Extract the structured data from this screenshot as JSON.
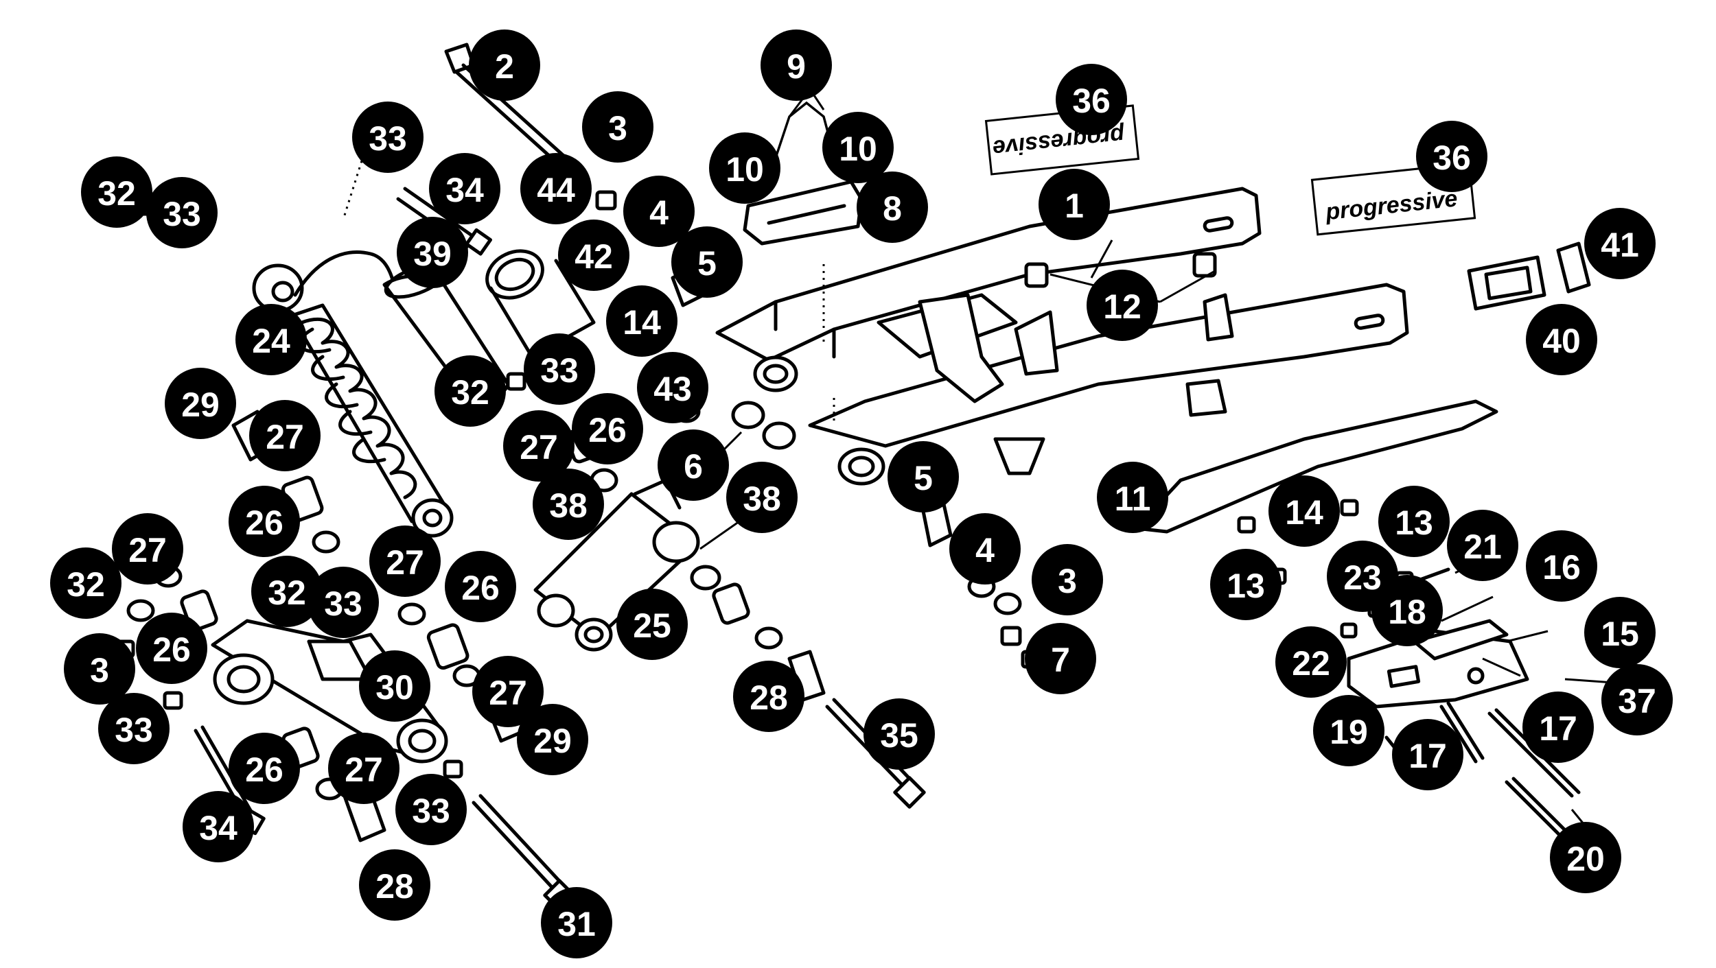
{
  "diagram": {
    "type": "exploded-parts-view",
    "callout_color": "#000000",
    "callout_text_color": "#ffffff",
    "decal_text_upper": "progressive",
    "decal_text_lower": "progressive",
    "callouts": [
      "1",
      "2",
      "3",
      "3",
      "3",
      "4",
      "4",
      "5",
      "5",
      "6",
      "7",
      "8",
      "9",
      "10",
      "10",
      "11",
      "12",
      "13",
      "13",
      "14",
      "14",
      "15",
      "16",
      "17",
      "17",
      "18",
      "19",
      "20",
      "21",
      "22",
      "23",
      "24",
      "25",
      "26",
      "26",
      "26",
      "26",
      "26",
      "27",
      "27",
      "27",
      "27",
      "27",
      "27",
      "28",
      "28",
      "29",
      "29",
      "30",
      "31",
      "32",
      "32",
      "32",
      "32",
      "33",
      "33",
      "33",
      "33",
      "33",
      "33",
      "34",
      "34",
      "35",
      "36",
      "36",
      "37",
      "38",
      "38",
      "39",
      "40",
      "41",
      "42",
      "43",
      "44"
    ]
  }
}
